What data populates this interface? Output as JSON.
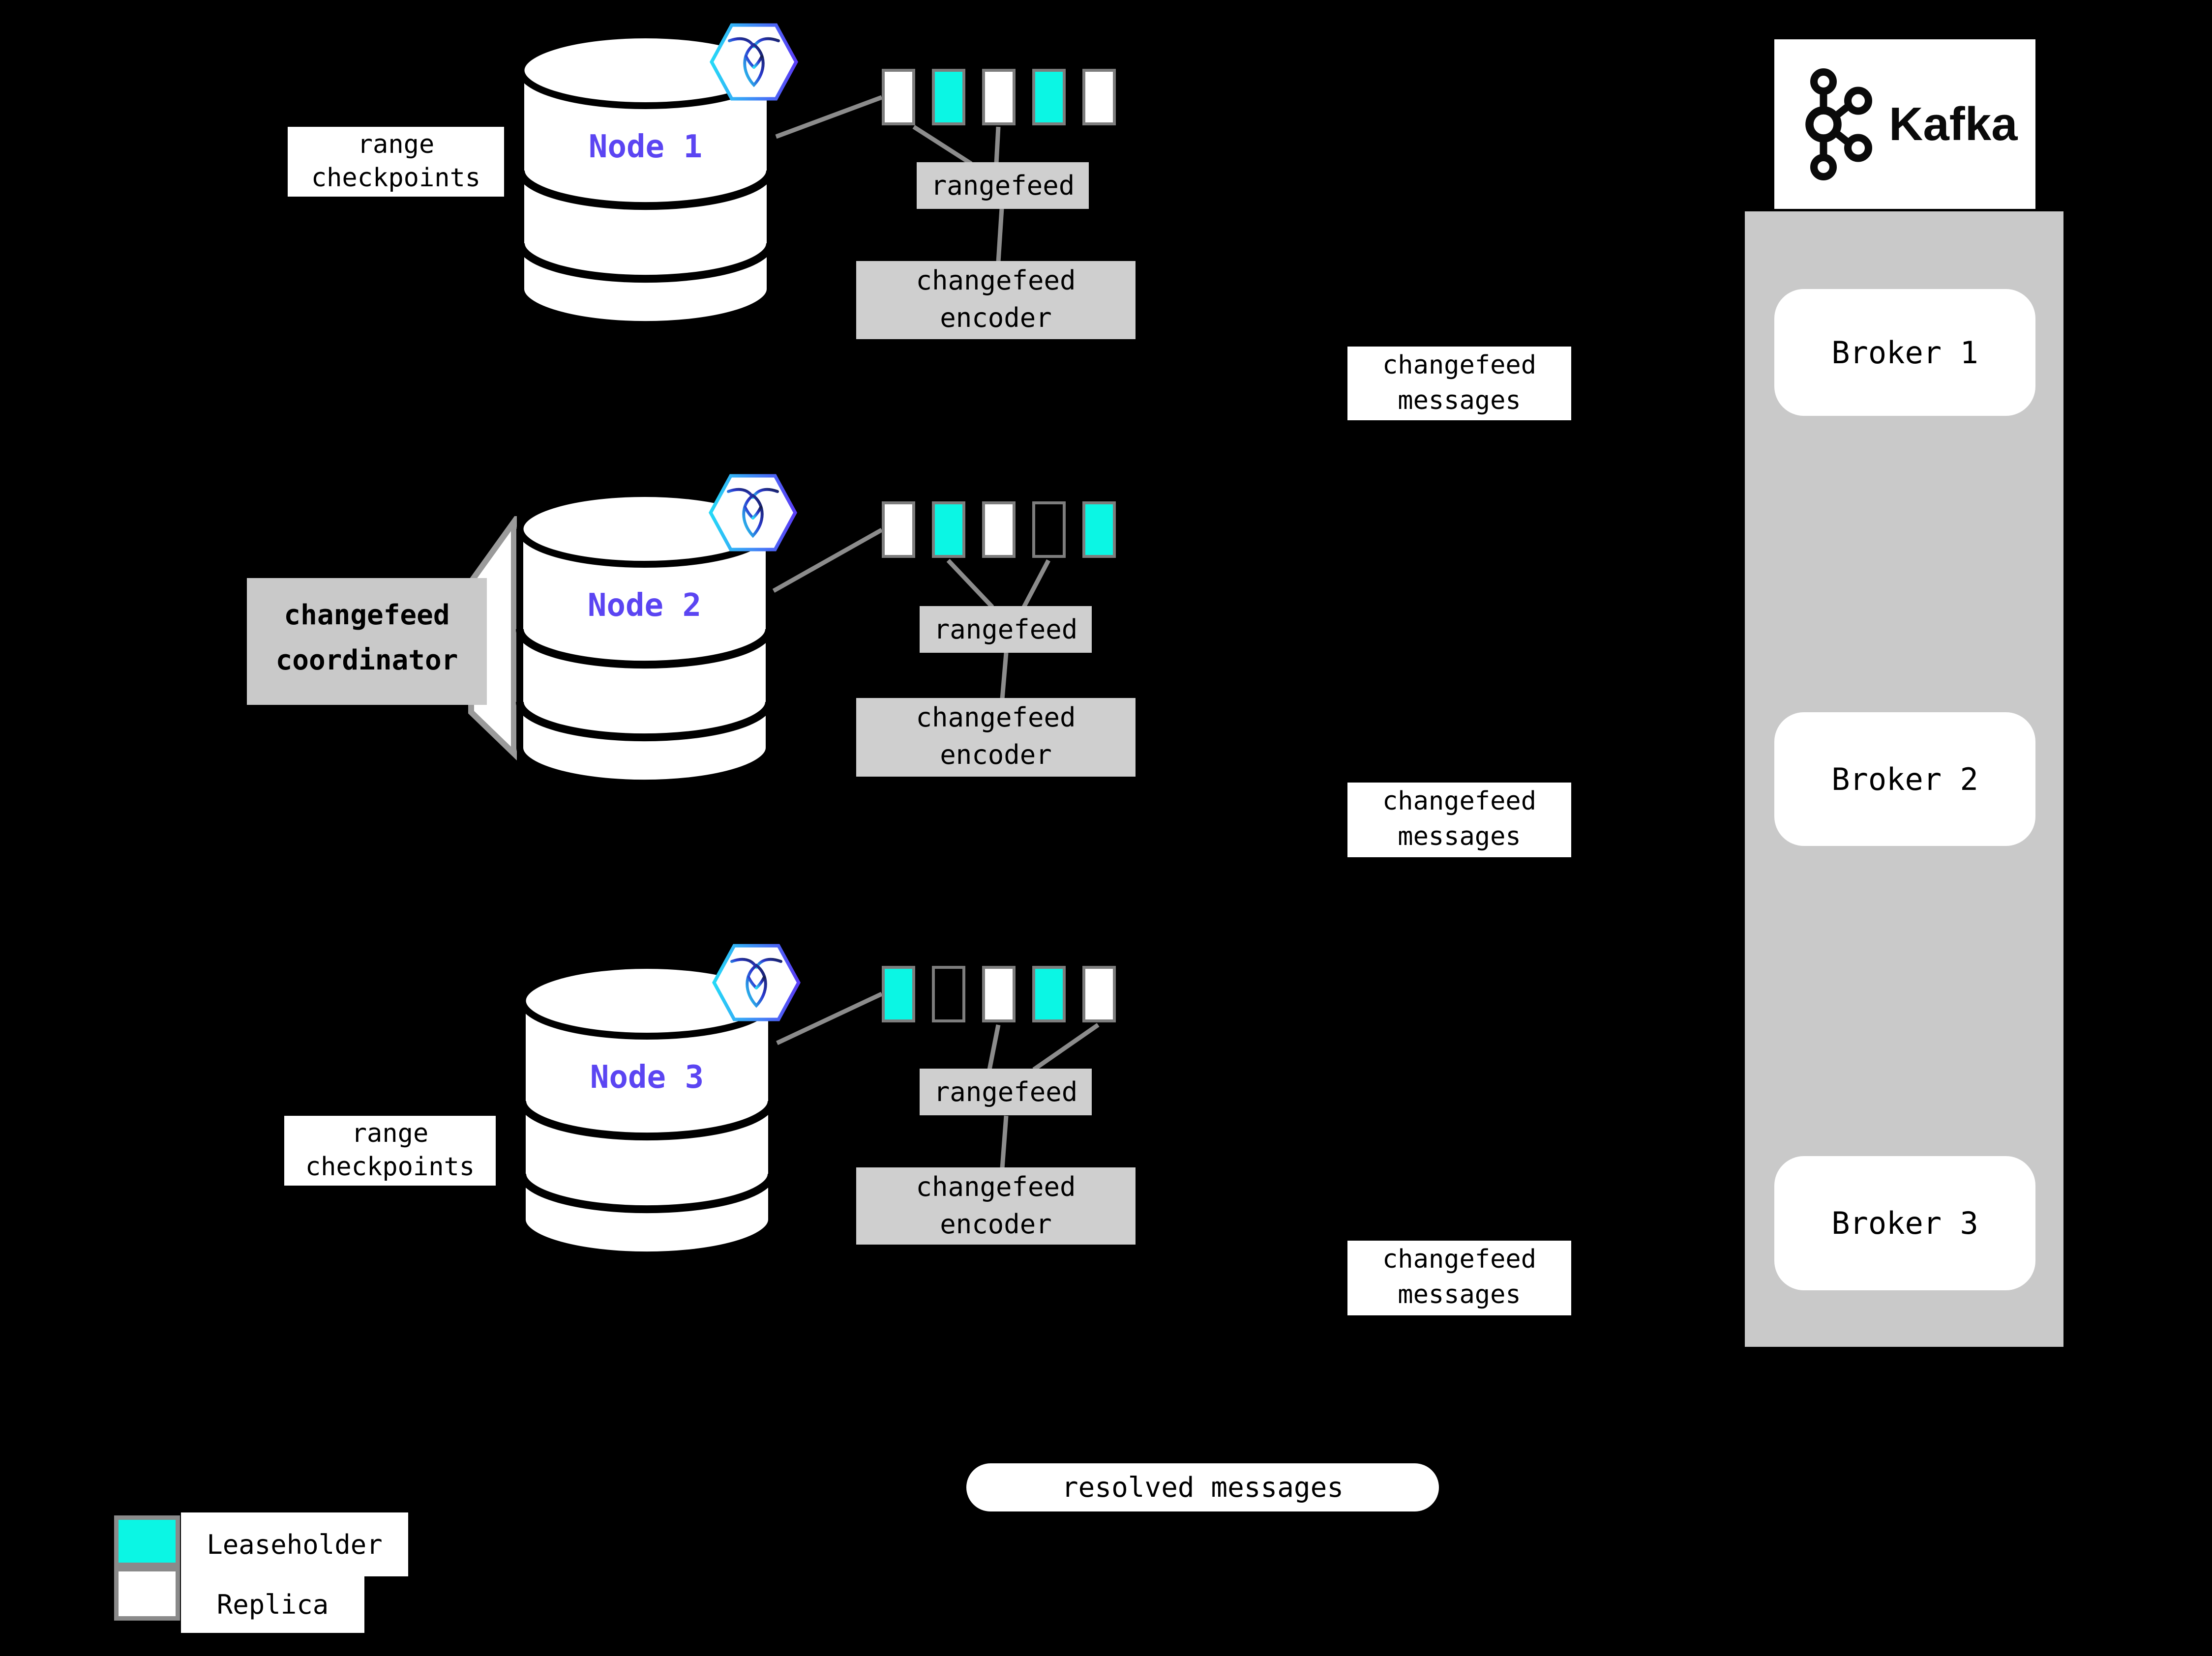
{
  "colors": {
    "background": "#000000",
    "leaseholder_teal": "#0bf6e4",
    "replica_white": "#ffffff",
    "empty_black": "#000000",
    "node_label_purple": "#5b45f2",
    "box_gray": "#cfcfcf",
    "container_gray": "#c9c9c9",
    "connector_gray": "#8c8c8c",
    "square_border_gray": "#7d7d7d"
  },
  "nodes": [
    {
      "label": "Node 1",
      "rangefeed_label": "rangefeed",
      "encoder": {
        "line1": "changefeed",
        "line2": "encoder"
      },
      "squares": [
        "#ffffff",
        "#0bf6e4",
        "#ffffff",
        "#0bf6e4",
        "#ffffff"
      ]
    },
    {
      "label": "Node 2",
      "rangefeed_label": "rangefeed",
      "encoder": {
        "line1": "changefeed",
        "line2": "encoder"
      },
      "squares": [
        "#ffffff",
        "#0bf6e4",
        "#ffffff",
        "#000000",
        "#0bf6e4"
      ]
    },
    {
      "label": "Node 3",
      "rangefeed_label": "rangefeed",
      "encoder": {
        "line1": "changefeed",
        "line2": "encoder"
      },
      "squares": [
        "#0bf6e4",
        "#000000",
        "#ffffff",
        "#0bf6e4",
        "#ffffff"
      ]
    }
  ],
  "labels": {
    "range_checkpoints": {
      "line1": "range",
      "line2": "checkpoints"
    },
    "coordinator": {
      "line1": "changefeed",
      "line2": "coordinator"
    },
    "changefeed_messages": {
      "line1": "changefeed",
      "line2": "messages"
    },
    "resolved_messages": "resolved messages"
  },
  "kafka": {
    "title": "Kafka",
    "brokers": [
      "Broker 1",
      "Broker 2",
      "Broker 3"
    ]
  },
  "legend": [
    {
      "label": "Leaseholder",
      "color": "#0bf6e4"
    },
    {
      "label": "Replica",
      "color": "#ffffff"
    }
  ]
}
